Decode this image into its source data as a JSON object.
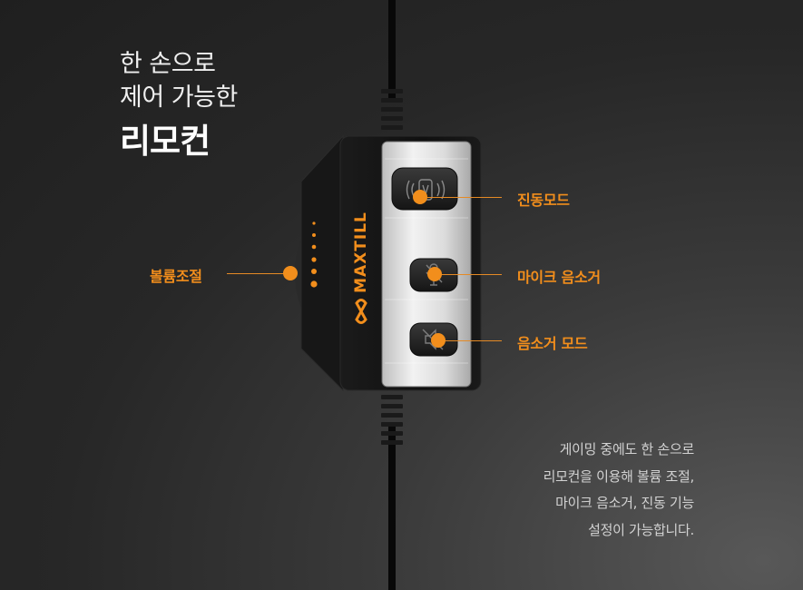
{
  "headline": {
    "line1": "한 손으로",
    "line2": "제어 가능한",
    "line3": "리모컨"
  },
  "brand": {
    "logo_text": "MAXTILL"
  },
  "callouts": {
    "vibration": "진동모드",
    "mic_mute": "마이크 음소거",
    "mute_mode": "음소거 모드",
    "volume": "볼륨조절"
  },
  "description": [
    "게이밍 중에도 한 손으로",
    "리모컨을 이용해 볼륨 조절,",
    "마이크 음소거, 진동 기능",
    "설정이 가능합니다."
  ],
  "colors": {
    "accent": "#f28e1c",
    "background": "#262626",
    "text": "#e6e6e6"
  },
  "icons": [
    "vibration-icon",
    "mic-off-icon",
    "speaker-mute-icon",
    "volume-wheel",
    "maxtill-logo"
  ]
}
